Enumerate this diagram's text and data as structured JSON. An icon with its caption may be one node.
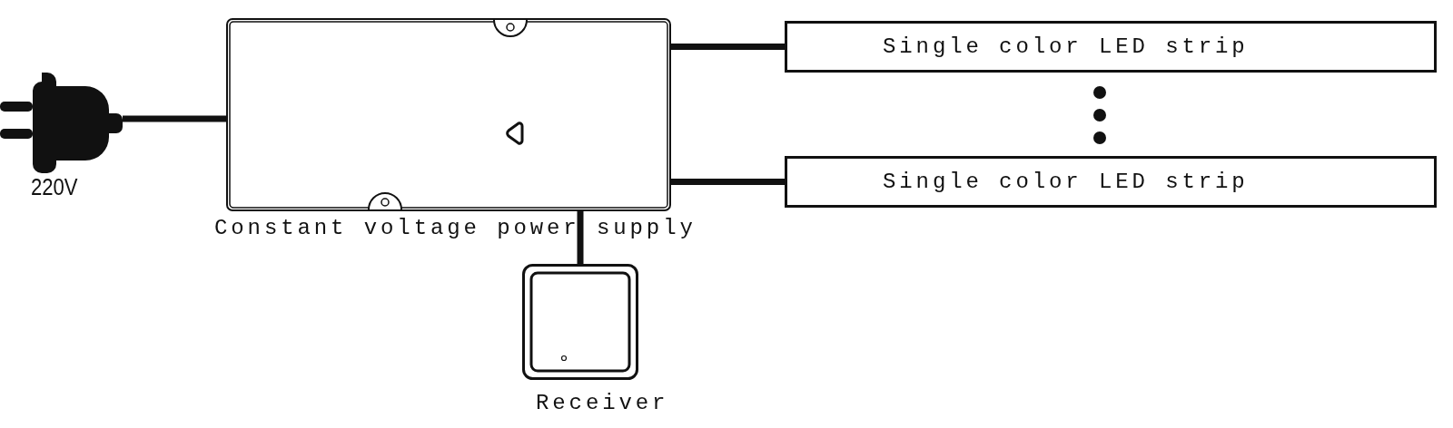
{
  "diagram": {
    "nodes": [
      {
        "text": [
          "220V"
        ]
      },
      {
        "text": [
          "Constant voltage power supply"
        ]
      },
      {
        "text": [
          "Single color LED strip"
        ]
      },
      {
        "text": [
          "Single color LED strip"
        ]
      },
      {
        "text": [
          "Receiver"
        ]
      }
    ],
    "edges": [
      {
        "from": 0,
        "to": 1,
        "arrow": "none"
      },
      {
        "from": 1,
        "to": 2,
        "arrow": "none"
      },
      {
        "from": 1,
        "to": 3,
        "arrow": "none"
      },
      {
        "from": 1,
        "to": 4,
        "arrow": "none"
      }
    ]
  }
}
